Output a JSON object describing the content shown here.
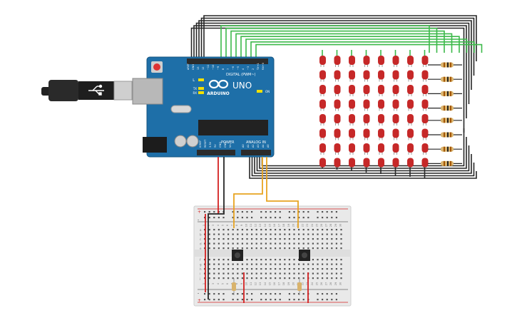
{
  "board": {
    "logo_text": "ARDUINO",
    "model": "UNO",
    "header_digital": "DIGITAL (PWM~)",
    "header_power": "POWER",
    "header_analog": "ANALOG IN",
    "led_on": "ON",
    "led_l": "L",
    "led_tx": "TX",
    "led_rx": "RX",
    "digital_pins": [
      "AREF",
      "GND",
      "13",
      "12",
      "~11",
      "~10",
      "~9",
      "8",
      "7",
      "~6",
      "~5",
      "4",
      "~3",
      "2",
      "TX→1",
      "RX←0"
    ],
    "power_pins": [
      "IOREF",
      "RESET",
      "3.3V",
      "5V",
      "GND",
      "GND",
      "Vin"
    ],
    "analog_pins": [
      "A0",
      "A1",
      "A2",
      "A3",
      "A4",
      "A5"
    ]
  },
  "led_matrix": {
    "rows": 8,
    "cols": 8,
    "led_color": "#c62828"
  },
  "resistor_count": 8,
  "breadboard": {
    "column_numbers": [
      "1",
      "2",
      "3",
      "4",
      "5",
      "6",
      "7",
      "8",
      "9",
      "10",
      "11",
      "12",
      "13",
      "14",
      "15",
      "16",
      "17",
      "18",
      "19",
      "20",
      "21",
      "22",
      "23",
      "24",
      "25",
      "26",
      "27",
      "28",
      "29",
      "30"
    ],
    "row_letters_top": [
      "a",
      "b",
      "c",
      "d",
      "e"
    ],
    "row_letters_bottom": [
      "f",
      "g",
      "h",
      "i",
      "j"
    ],
    "plus_label": "+",
    "minus_label": "-"
  },
  "colors": {
    "board": "#1e6fa8",
    "wire_dark": "#262626",
    "wire_green": "#3cb94a",
    "wire_red": "#d32020",
    "wire_yellow": "#e8a420",
    "breadboard": "#e9e9e9"
  }
}
